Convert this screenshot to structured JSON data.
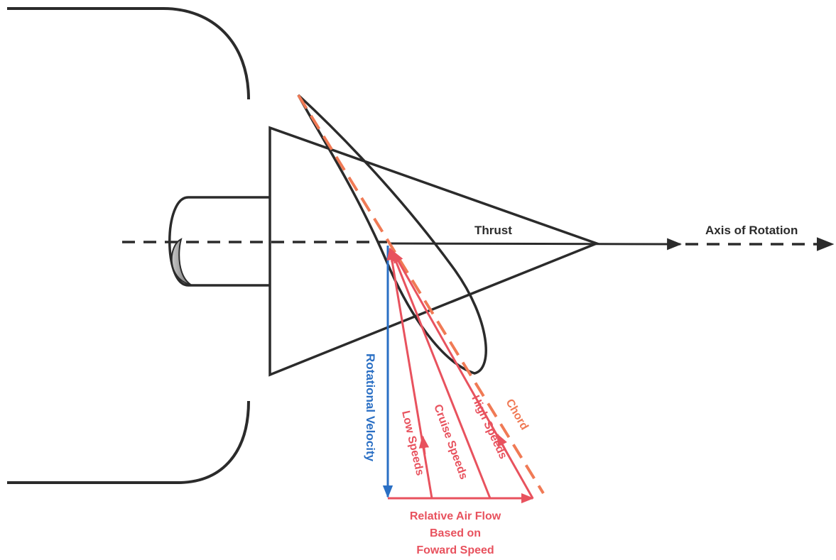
{
  "labels": {
    "thrust": "Thrust",
    "axis": "Axis of Rotation",
    "rotational_velocity": "Rotational Velocity",
    "low_speeds": "Low Speeds",
    "cruise_speeds": "Cruise Speeds",
    "high_speeds": "High Speeds",
    "chord": "Chord",
    "relative_air_flow": [
      "Relative Air Flow",
      "Based on",
      "Foward Speed"
    ]
  },
  "colors": {
    "outline": "#2b2b2b",
    "red": "#e8525e",
    "blue": "#2a6fc4",
    "chord": "#f07a55",
    "grey_fill": "#8f8f8f"
  }
}
